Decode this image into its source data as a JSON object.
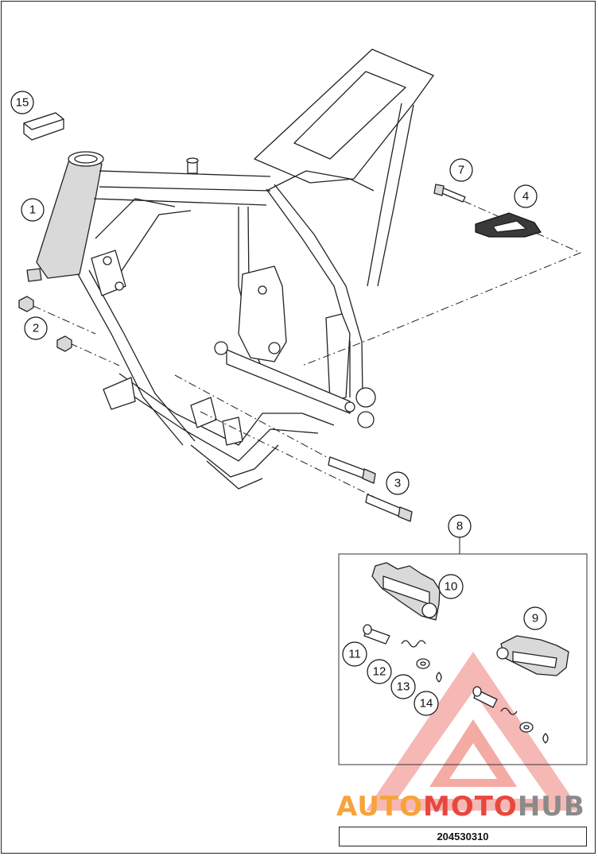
{
  "diagram": {
    "callouts": [
      {
        "id": "c1",
        "label": "1"
      },
      {
        "id": "c2",
        "label": "2"
      },
      {
        "id": "c3",
        "label": "3"
      },
      {
        "id": "c4",
        "label": "4"
      },
      {
        "id": "c7",
        "label": "7"
      },
      {
        "id": "c8",
        "label": "8"
      },
      {
        "id": "c9",
        "label": "9"
      },
      {
        "id": "c10",
        "label": "10"
      },
      {
        "id": "c11",
        "label": "11"
      },
      {
        "id": "c12",
        "label": "12"
      },
      {
        "id": "c13",
        "label": "13"
      },
      {
        "id": "c14",
        "label": "14"
      },
      {
        "id": "c15",
        "label": "15"
      }
    ],
    "drawing_number": "204530310"
  },
  "watermark": {
    "brand_part1": "AUTO",
    "brand_part2": "MOTO",
    "brand_part3": "HUB",
    "colors": {
      "orange": "#f7a33a",
      "red": "#e8473f",
      "gray": "#8a8a8a"
    }
  }
}
